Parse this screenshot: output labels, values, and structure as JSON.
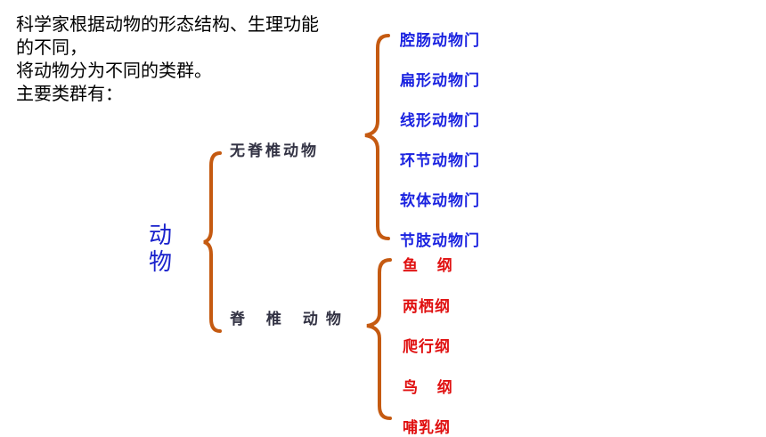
{
  "intro": {
    "line1": "科学家根据动物的形态结构、生理功能",
    "line2": "的不同，",
    "line3": "将动物分为不同的类群。",
    "line4": "主要类群有："
  },
  "root": {
    "char1": "动",
    "char2": "物"
  },
  "invertebrates": {
    "label": "无脊椎动物",
    "items": [
      "腔肠动物门",
      "扁形动物门",
      "线形动物门",
      "环节动物门",
      "软体动物门",
      "节肢动物门"
    ]
  },
  "vertebrates": {
    "label": "脊 椎 动物",
    "items": [
      "鱼   纲",
      "两栖纲",
      "爬行纲",
      "鸟   纲",
      "哺乳纲"
    ]
  },
  "colors": {
    "brace": "#c55a11",
    "invertebrate_items": "#1a22e0",
    "vertebrate_items": "#e01010",
    "root": "#1a22cc"
  }
}
